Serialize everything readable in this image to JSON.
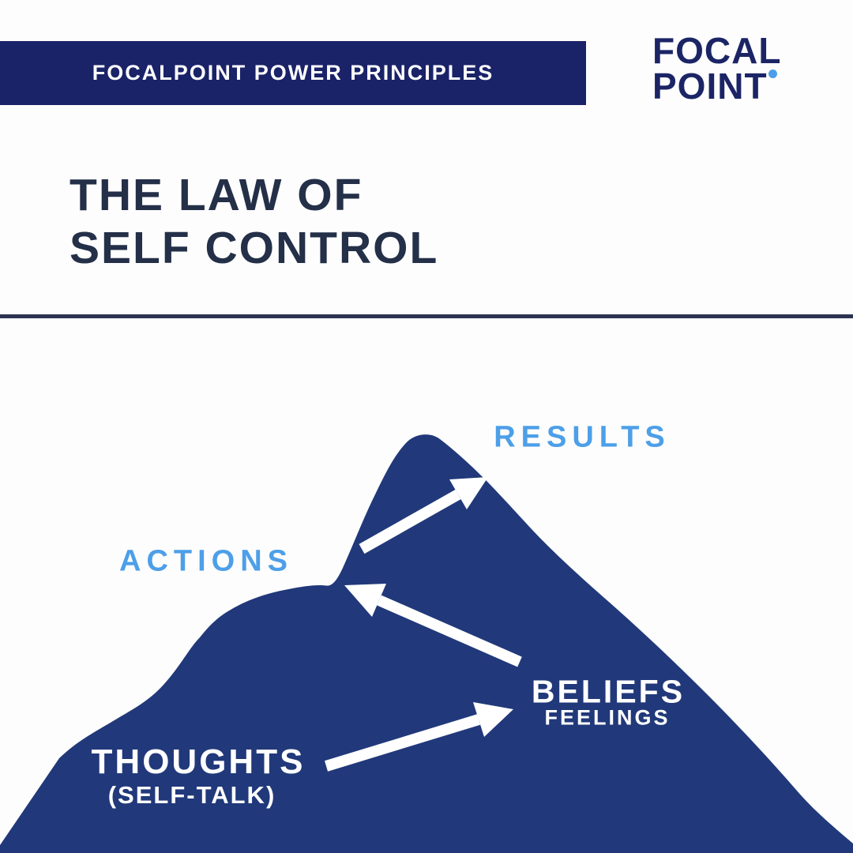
{
  "page": {
    "background_color": "#fdfdfd",
    "accent_blue": "#4d9fe8",
    "navy_banner": "#1a2268",
    "navy_mountain": "#21397a",
    "navy_title": "#242f48"
  },
  "header": {
    "banner": {
      "label": "FOCALPOINT POWER PRINCIPLES"
    },
    "logo": {
      "line1": "FOCAL",
      "line2": "POINT",
      "dot_color": "#4d9fe8"
    }
  },
  "title": {
    "line1": "THE LAW OF",
    "line2": "SELF CONTROL"
  },
  "diagram": {
    "type": "mountain-progression",
    "mountain_color": "#21397a",
    "arrow_color": "#ffffff",
    "labels": {
      "thoughts": {
        "text": "THOUGHTS",
        "sub": "(SELF-TALK)"
      },
      "beliefs": {
        "text": "BELIEFS",
        "sub": "FEELINGS"
      },
      "actions": {
        "text": "ACTIONS"
      },
      "results": {
        "text": "RESULTS"
      }
    },
    "flow": [
      "THOUGHTS (SELF-TALK)",
      "BELIEFS / FEELINGS",
      "ACTIONS",
      "RESULTS"
    ]
  }
}
